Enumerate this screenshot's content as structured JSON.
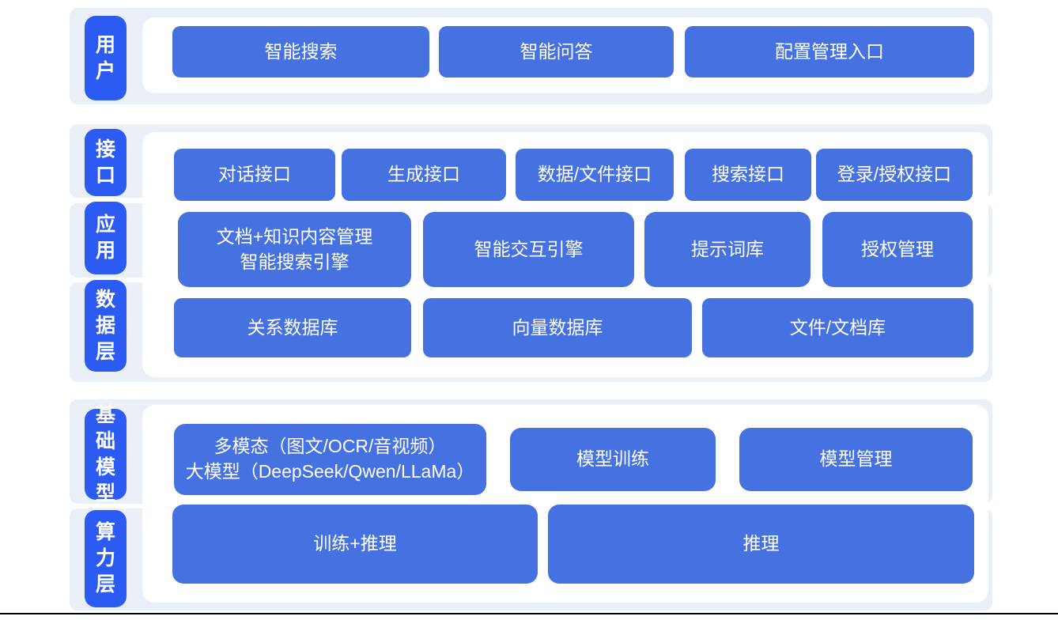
{
  "colors": {
    "label_blue": "#2b5bf2",
    "node_blue": "#4671e1",
    "band_bg": "#ebf0f8",
    "panel_bg": "#ffffff"
  },
  "user_layer": {
    "label": "用户",
    "buttons": [
      "智能搜索",
      "智能问答",
      "配置管理入口"
    ]
  },
  "interface_layer": {
    "label": "接口",
    "buttons": [
      "对话接口",
      "生成接口",
      "数据/文件接口",
      "搜索接口",
      "登录/授权接口"
    ]
  },
  "application_layer": {
    "label": "应用",
    "buttons": [
      "文档+知识内容管理\n智能搜索引擎",
      "智能交互引擎",
      "提示词库",
      "授权管理"
    ]
  },
  "data_layer": {
    "label": "数据层",
    "buttons": [
      "关系数据库",
      "向量数据库",
      "文件/文档库"
    ]
  },
  "foundation_layer": {
    "label": "基础模型",
    "buttons": [
      "多模态（图文/OCR/音视频）\n大模型（DeepSeek/Qwen/LLaMa）",
      "模型训练",
      "模型管理"
    ]
  },
  "compute_layer": {
    "label": "算力层",
    "buttons": [
      "训练+推理",
      "推理"
    ]
  }
}
